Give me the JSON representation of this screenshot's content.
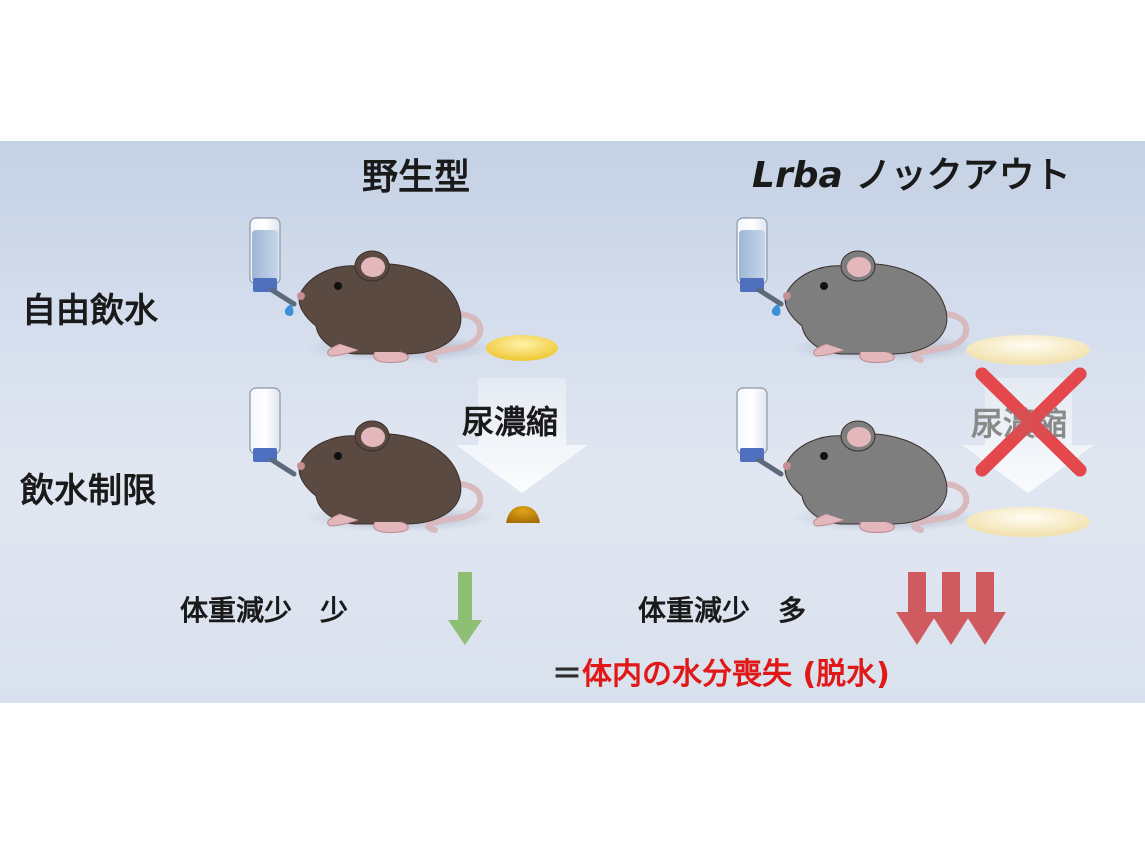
{
  "columns": {
    "wild_type": "野生型",
    "knockout_gene": "Lrba",
    "knockout_suffix": "ノックアウト"
  },
  "rows": {
    "free_drinking": "自由飲水",
    "water_restriction": "飲水制限"
  },
  "concentration": {
    "wild_type": "尿濃縮",
    "knockout": "尿濃縮"
  },
  "weight_loss": {
    "wild_type": "体重減少　少",
    "knockout": "体重減少　多"
  },
  "result": {
    "prefix": "＝",
    "text": "体内の水分喪失 (脱水)"
  },
  "colors": {
    "background": "#d4dded",
    "wild_type_mouse": "#5b4a42",
    "knockout_mouse": "#7e7e7e",
    "concentrated_urine": "#c98a0a",
    "dilute_urine": "#f6e7b6",
    "small_loss_arrow": "#8fbf75",
    "large_loss_arrow": "#cf5a5f",
    "result_text": "#e01818",
    "cross": "#e4464a"
  },
  "icons": {
    "bottle": "water-bottle-icon",
    "mouse": "mouse-icon",
    "urine": "urine-drop-icon",
    "cross": "cross-mark-icon",
    "arrow": "down-arrow-icon"
  }
}
